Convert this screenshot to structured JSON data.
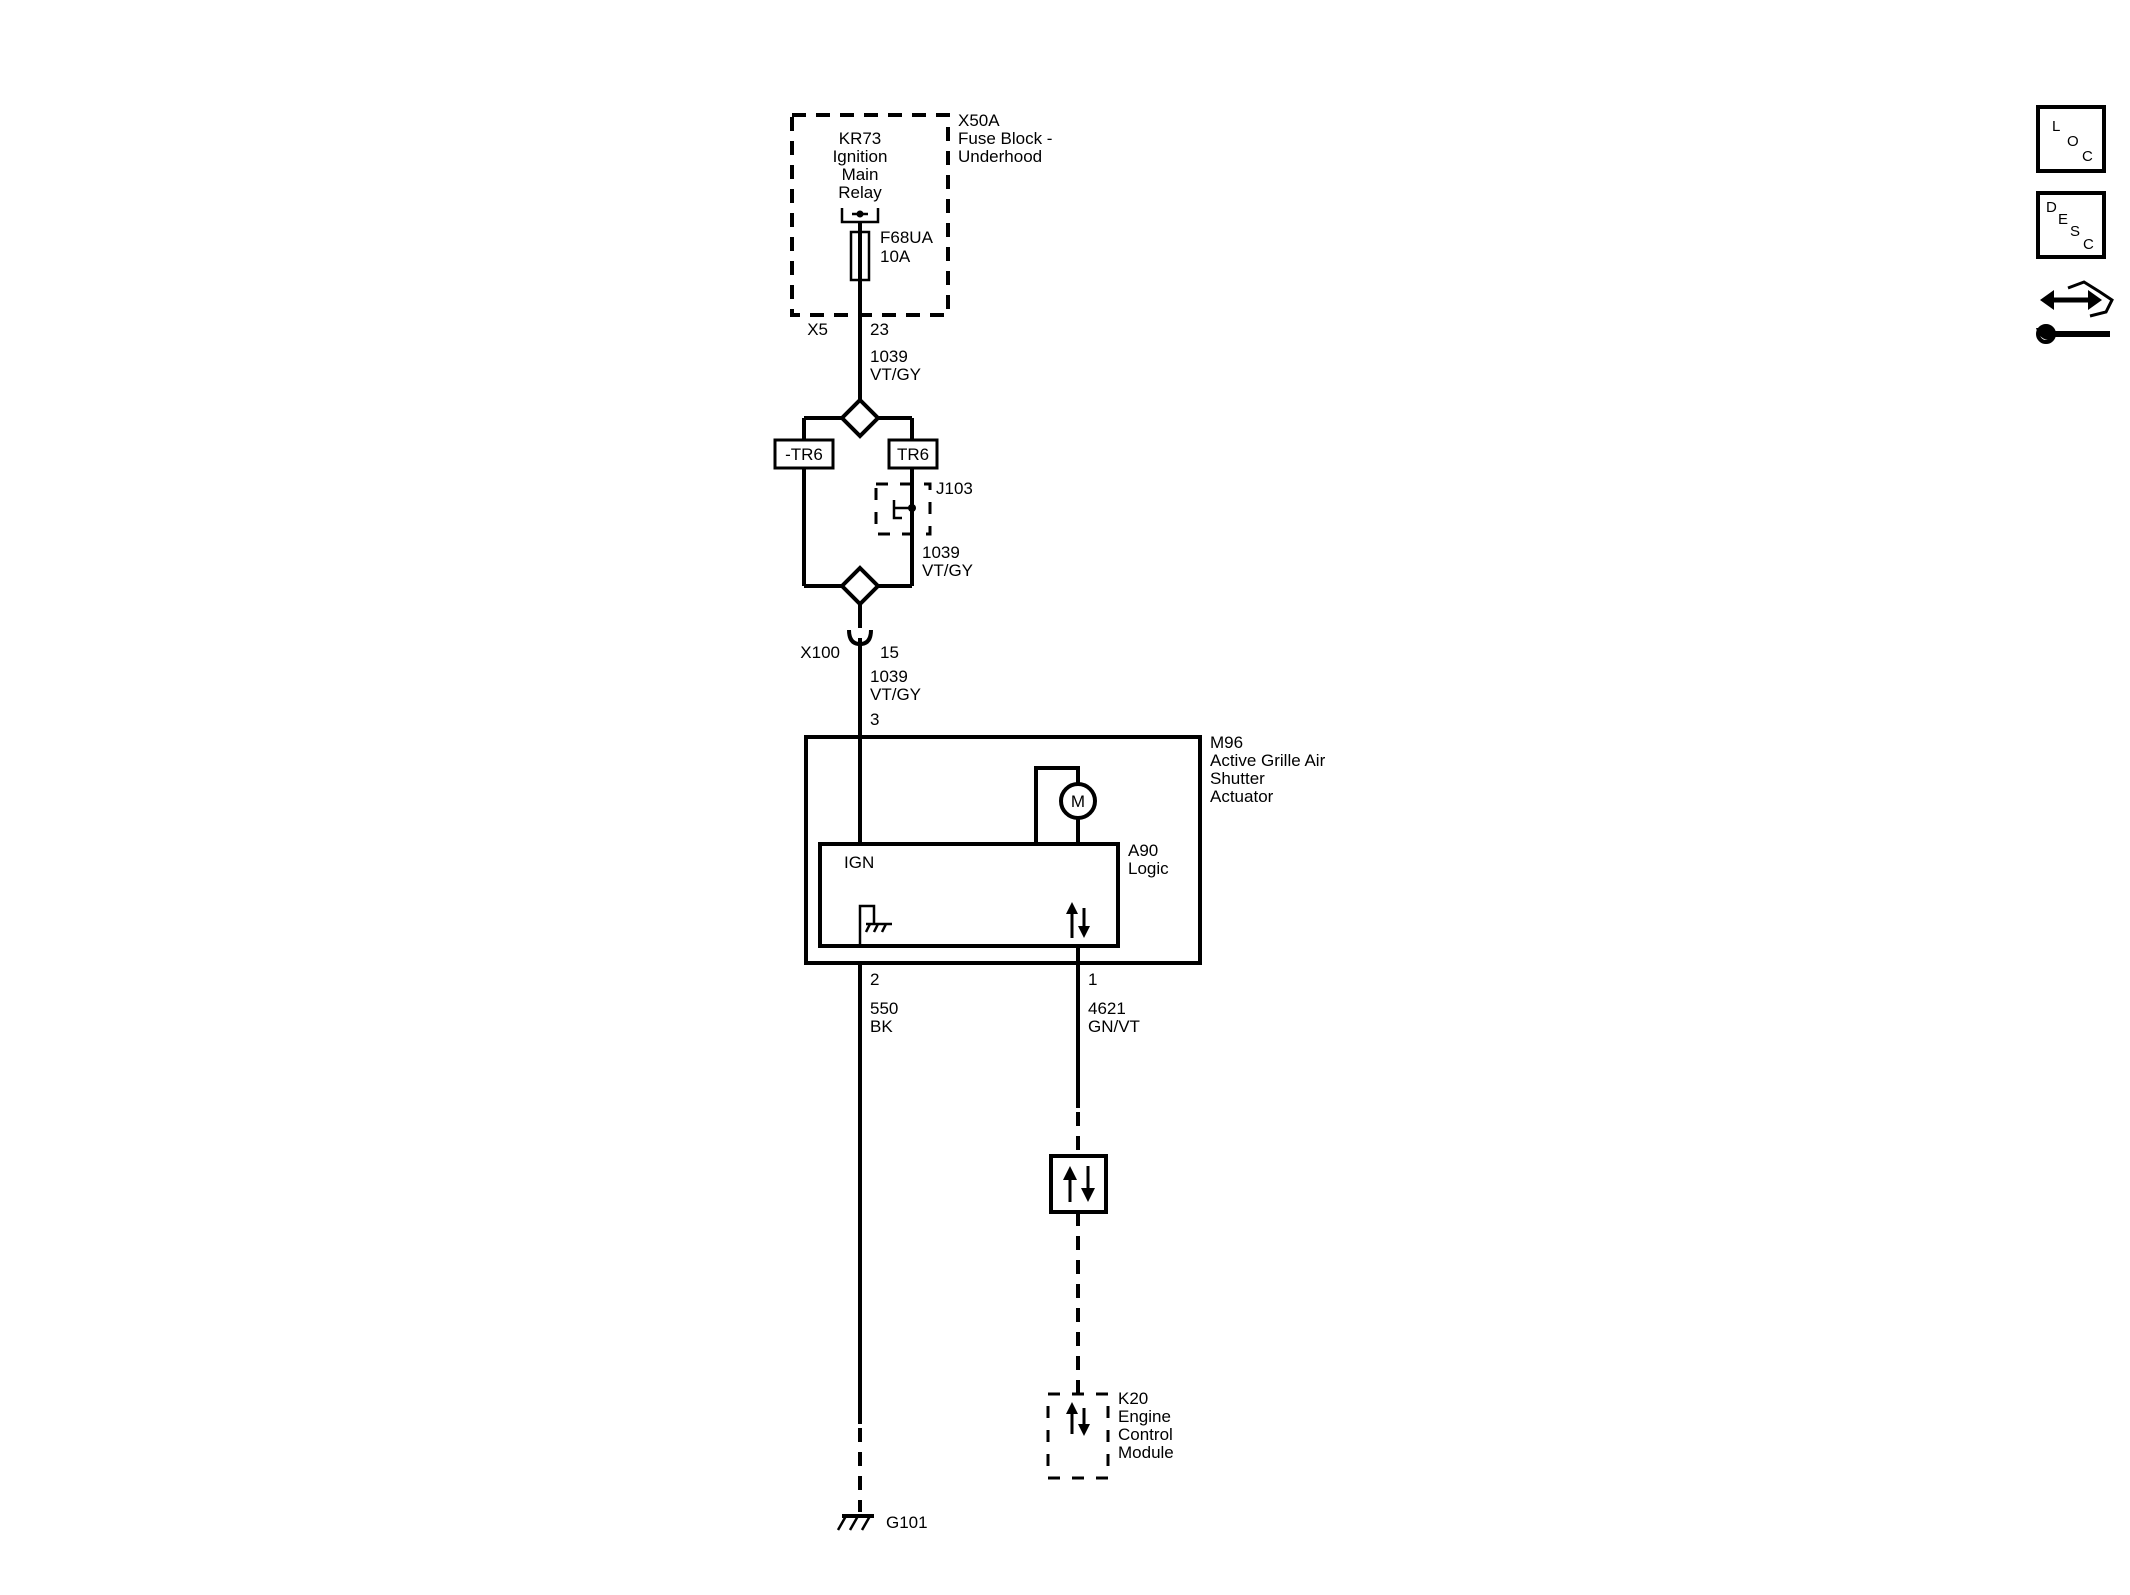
{
  "fuse_block": {
    "id": "X50A",
    "name_line1": "Fuse Block -",
    "name_line2": "Underhood"
  },
  "relay": {
    "id": "KR73",
    "line1": "Ignition",
    "line2": "Main",
    "line3": "Relay"
  },
  "fuse": {
    "id": "F68UA",
    "rating": "10A"
  },
  "connector_x5": {
    "id": "X5",
    "pin": "23"
  },
  "wire_top": {
    "circuit": "1039",
    "color": "VT/GY"
  },
  "option_neg": {
    "label": "-TR6"
  },
  "option_pos": {
    "label": "TR6"
  },
  "jumper": {
    "id": "J103"
  },
  "wire_mid": {
    "circuit": "1039",
    "color": "VT/GY"
  },
  "connector_x100": {
    "id": "X100",
    "pin": "15"
  },
  "wire_low": {
    "circuit": "1039",
    "color": "VT/GY",
    "pin": "3"
  },
  "actuator": {
    "id": "M96",
    "line1": "Active Grille Air",
    "line2": "Shutter",
    "line3": "Actuator"
  },
  "motor": {
    "symbol": "M"
  },
  "logic": {
    "id": "A90",
    "name": "Logic",
    "ign_label": "IGN"
  },
  "ground_wire": {
    "pin": "2",
    "circuit": "550",
    "color": "BK"
  },
  "signal_wire": {
    "pin": "1",
    "circuit": "4621",
    "color": "GN/VT"
  },
  "ecm": {
    "id": "K20",
    "line1": "Engine",
    "line2": "Control",
    "line3": "Module"
  },
  "ground": {
    "id": "G101"
  },
  "side_buttons": {
    "loc": {
      "l1": "L",
      "l2": "O",
      "l3": "C"
    },
    "desc": {
      "l1": "D",
      "l2": "E",
      "l3": "S",
      "l4": "C"
    },
    "icons": {
      "serial_data": "serial-data-wrench-icon"
    }
  }
}
